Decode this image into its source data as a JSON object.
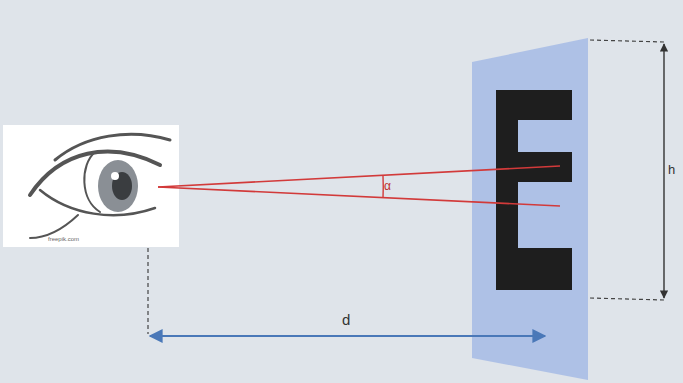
{
  "diagram": {
    "labels": [
      "α",
      "d",
      "h",
      "freepik.com"
    ]
  }
}
